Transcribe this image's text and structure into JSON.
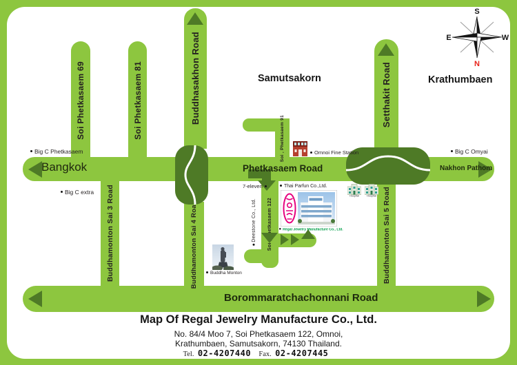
{
  "colors": {
    "road_green": "#8dc63f",
    "dark_green": "#4e7a26",
    "regal_green": "#009e48",
    "north_red": "#e8231a",
    "logo_pink": "#e6007e"
  },
  "compass": {
    "north": "N",
    "south": "S",
    "east": "E",
    "west": "W"
  },
  "areas": {
    "samutsakorn": "Samutsakorn",
    "krathumbaen": "Krathumbaen",
    "bangkok": "Bangkok",
    "nakhon_pathom": "Nakhon Pathom"
  },
  "roads": {
    "phetkasaem": "Phetkasaem Road",
    "borommaratchachonnani": "Borommaratchachonnani Road",
    "soi69": "Soi Phetkasaem 69",
    "soi81": "Soi Phetkasaem 81",
    "buddhasakhon": "Buddhasakhon Road",
    "setthakit": "Setthakit Road",
    "sai3": "Buddhamonton Sai 3 Road",
    "sai4": "Buddhamonton Sai 4 Road",
    "sai5": "Buddhamonton Sai 5 Road",
    "soi91": "Soi , Phetkasaem 91",
    "soi122": "Soi , Phetkasaem 122"
  },
  "pois": {
    "big_c_phetkasaem": "Big C Phetkasaem",
    "big_c_extra": "Big C extra",
    "big_c_omyai": "Big C Omyai",
    "omnoi_fine_station": "Omnoi Fine Station",
    "seven_eleven": "7-eleven",
    "thai_parfun": "Thai Parfun Co.,Ltd.",
    "deestone": "Deestone Co., Ltd.",
    "regal": "Regal Jewelry Manufacture Co., Ltd.",
    "buddha_monton": "Buddha Monton",
    "hospital_1": "Hospital",
    "hospital_2": "Hospital"
  },
  "footer": {
    "title": "Map Of  Regal Jewelry Manufacture Co., Ltd.",
    "address_line1": "No. 84/4 Moo 7, Soi Phetkasaem 122, Omnoi,",
    "address_line2": "Krathumbaen, Samutsakorn, 74130 Thailand.",
    "tel_label": "Tel.",
    "tel_number": "02-4207440",
    "fax_label": "Fax.",
    "fax_number": "02-4207445"
  }
}
